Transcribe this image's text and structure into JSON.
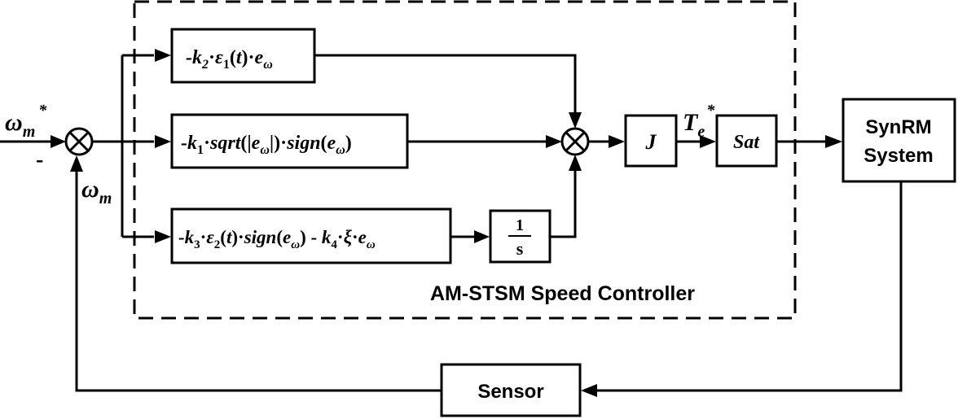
{
  "controller": {
    "label": "AM-STSM Speed Controller"
  },
  "signals": {
    "reference": {
      "base": "ω",
      "sub": "m",
      "sup": "*"
    },
    "feedback": {
      "base": "ω",
      "sub": "m"
    },
    "minus_sign": "-",
    "torque_ref": {
      "base": "T",
      "sub": "e",
      "sup": "*"
    }
  },
  "blocks": {
    "top": {
      "prefix": "-k",
      "k_sub": "2",
      "dot1": "·",
      "eps": "ε",
      "eps_sub": "1",
      "t_open": "(",
      "t": "t",
      "t_close": ")",
      "dot2": "·",
      "e": "e",
      "e_sub": "ω"
    },
    "middle": {
      "prefix": "-k",
      "k_sub": "1",
      "dot1": "·",
      "fn": "sqrt",
      "open": "(|",
      "e": "e",
      "e_sub": "ω",
      "close": "|)",
      "dot2": "·",
      "fn2": "sign",
      "open2": "(",
      "e2": "e",
      "e2_sub": "ω",
      "close2": ")"
    },
    "bottom": {
      "prefix": "-k",
      "k_sub": "3",
      "dot1": "·",
      "eps": "ε",
      "eps_sub": "2",
      "t_open": "(",
      "t": "t",
      "t_close": ")",
      "dot2": "·",
      "fn": "sign",
      "open": "(",
      "e": "e",
      "e_sub": "ω",
      "close": ")",
      "minus": " - ",
      "k4": "k",
      "k4_sub": "4",
      "dot3": "·",
      "xi": "ξ",
      "dot4": "·",
      "e2": "e",
      "e2_sub": "ω"
    },
    "integrator": {
      "num": "1",
      "den": "s"
    },
    "gain": {
      "label": "J"
    },
    "saturation": {
      "label": "Sat"
    },
    "plant": {
      "line1": "SynRM",
      "line2": "System"
    },
    "sensor": {
      "label": "Sensor"
    }
  }
}
